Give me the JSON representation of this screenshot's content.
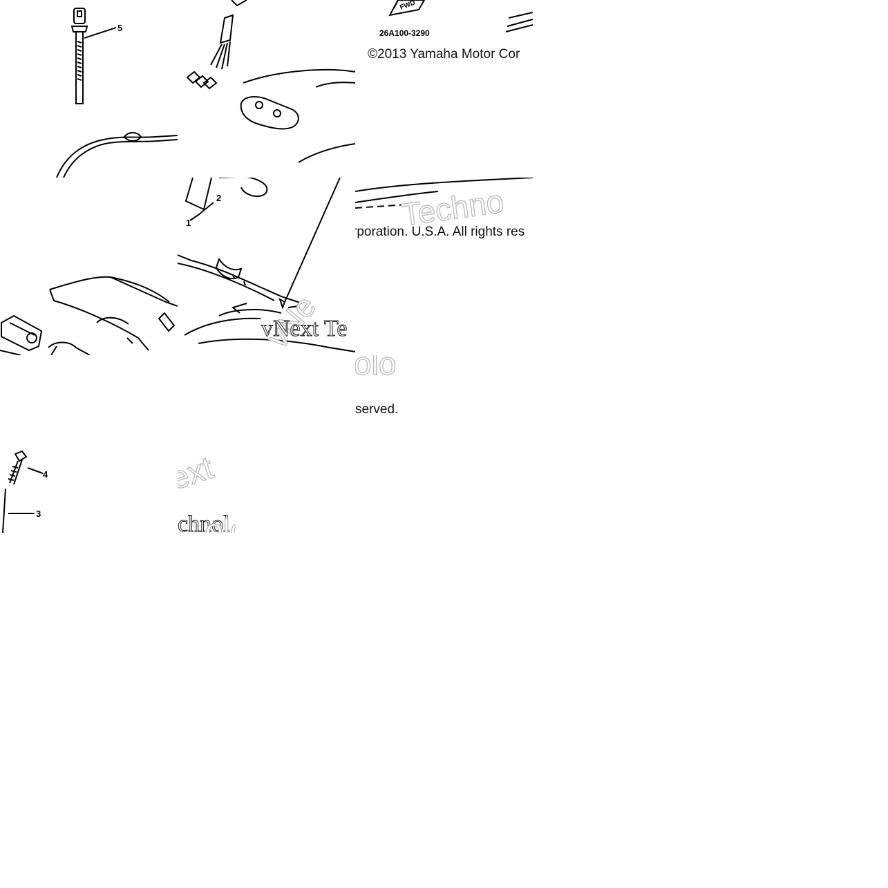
{
  "callouts": {
    "c1": "1",
    "c2": "2",
    "c3": "3",
    "c4": "4",
    "c5": "5"
  },
  "part_number": "26A100-3290",
  "copyright": {
    "line1": "©2013 Yamaha Motor Cor",
    "line2": "rporation. U.S.A. All rights res",
    "line3": "served."
  },
  "watermarks": {
    "w1": "Techno",
    "w2": "vNext Te",
    "w3": "vNe",
    "w4": "olo",
    "w5": "ext",
    "w6": "chnol",
    "w7": "olo"
  },
  "logo_text": "FWD",
  "colors": {
    "line": "#000000",
    "background": "#ffffff",
    "watermark_outline": "#b8b8b8"
  }
}
